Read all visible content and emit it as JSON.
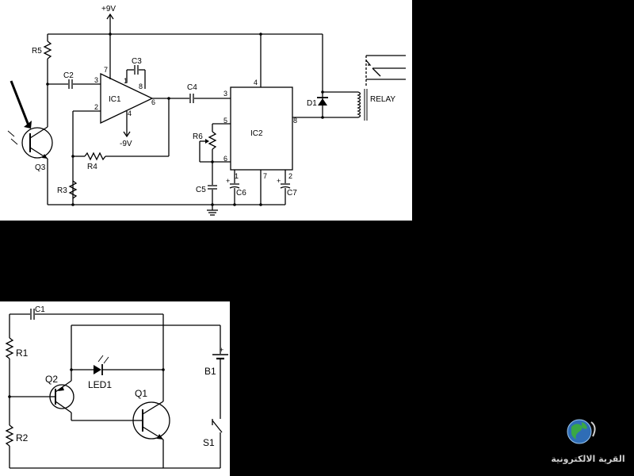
{
  "circuit_top": {
    "supply_pos": "+9V",
    "supply_neg": "-9V",
    "components": {
      "r5": "R5",
      "c2": "C2",
      "c3": "C3",
      "ic1": "IC1",
      "c4": "C4",
      "ic2": "IC2",
      "r6": "R6",
      "r4": "R4",
      "r3": "R3",
      "q3": "Q3",
      "c5": "C5",
      "c6": "C6",
      "c7": "C7",
      "d1": "D1",
      "relay": "RELAY"
    },
    "pins": {
      "ic1_7": "7",
      "ic1_1": "1",
      "ic1_8": "8",
      "ic1_3": "3",
      "ic1_2": "2",
      "ic1_6": "6",
      "ic1_4": "4",
      "ic2_4": "4",
      "ic2_3": "3",
      "ic2_5": "5",
      "ic2_6": "6",
      "ic2_8": "8",
      "ic2_1": "1",
      "ic2_7": "7",
      "ic2_2": "2"
    }
  },
  "circuit_bottom": {
    "components": {
      "c1": "C1",
      "r1": "R1",
      "r2": "R2",
      "q2": "Q2",
      "q1": "Q1",
      "led1": "LED1",
      "b1": "B1",
      "s1": "S1"
    }
  },
  "logo": {
    "text": "القرية الالكترونية"
  }
}
